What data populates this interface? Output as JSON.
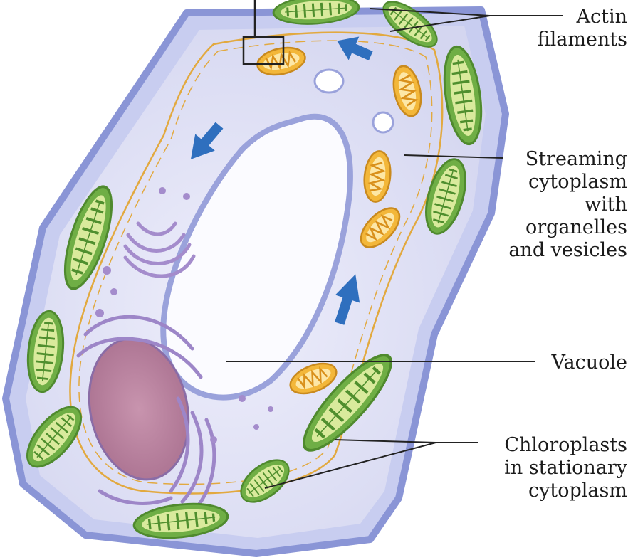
{
  "labels": {
    "actin": [
      "Actin",
      "filaments"
    ],
    "streaming": [
      "Streaming",
      "cytoplasm",
      "with",
      "organelles",
      "and vesicles"
    ],
    "vacuole": [
      "Vacuole"
    ],
    "chloroplasts": [
      "Chloroplasts",
      "in stationary",
      "cytoplasm"
    ]
  },
  "colors": {
    "cell_wall": "#8c97d8",
    "cytoplasm": "#dcdcf3",
    "vacuole": "#fbfbff",
    "chloroplast": "#74b24a",
    "mitochondrion": "#f2b53c",
    "nucleus": "#b47d9a",
    "flow_arrow": "#2f6fbe",
    "actin": "#e7b04a",
    "leader_line": "#222222"
  }
}
